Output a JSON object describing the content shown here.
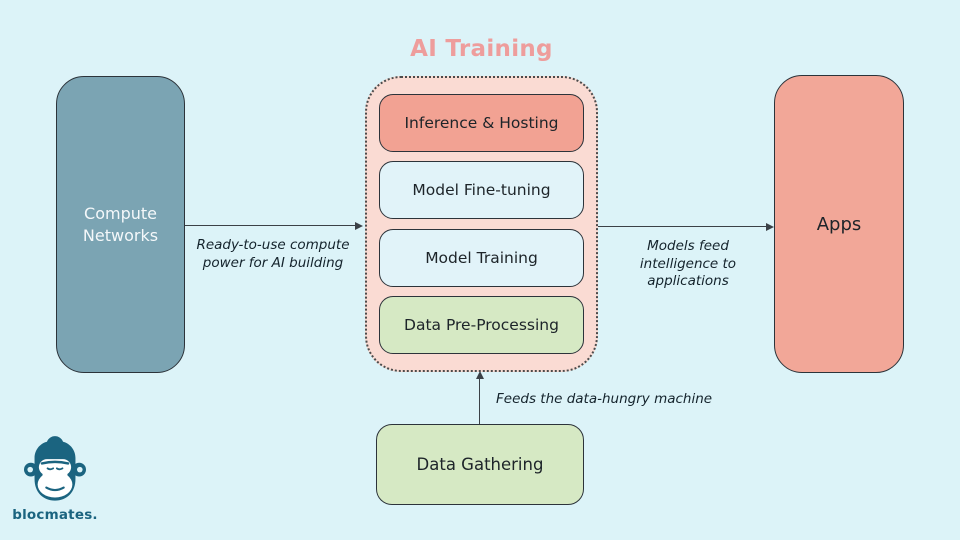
{
  "title": "AI Training",
  "colors": {
    "background": "#dcf3f8",
    "container_fill": "#fadbd3",
    "title_pink": "#ee9d9c",
    "salmon": "#f2a293",
    "light_blue": "#e1f3f9",
    "green": "#d6e9c4",
    "slate_blue": "#7ba4b3",
    "logo_teal": "#1b6480",
    "border_dark": "#2c333a"
  },
  "nodes": {
    "compute": {
      "label": "Compute Networks",
      "bg": "#7ba4b3"
    },
    "apps": {
      "label": "Apps",
      "bg": "#f2a798"
    },
    "data_gathering": {
      "label": "Data Gathering",
      "bg": "#d6e9c4"
    }
  },
  "stages": [
    {
      "label": "Inference & Hosting",
      "bg": "#f2a293"
    },
    {
      "label": "Model Fine-tuning",
      "bg": "#e1f3f9"
    },
    {
      "label": "Model Training",
      "bg": "#e1f3f9"
    },
    {
      "label": "Data Pre-Processing",
      "bg": "#d6e9c4"
    }
  ],
  "edges": {
    "compute_to_training": {
      "label": "Ready-to-use compute power for AI building"
    },
    "training_to_apps": {
      "label": "Models feed intelligence to applications"
    },
    "gathering_to_training": {
      "label": "Feeds the data-hungry machine"
    }
  },
  "logo": {
    "brand": "blocmates.",
    "icon": "gorilla-icon"
  }
}
